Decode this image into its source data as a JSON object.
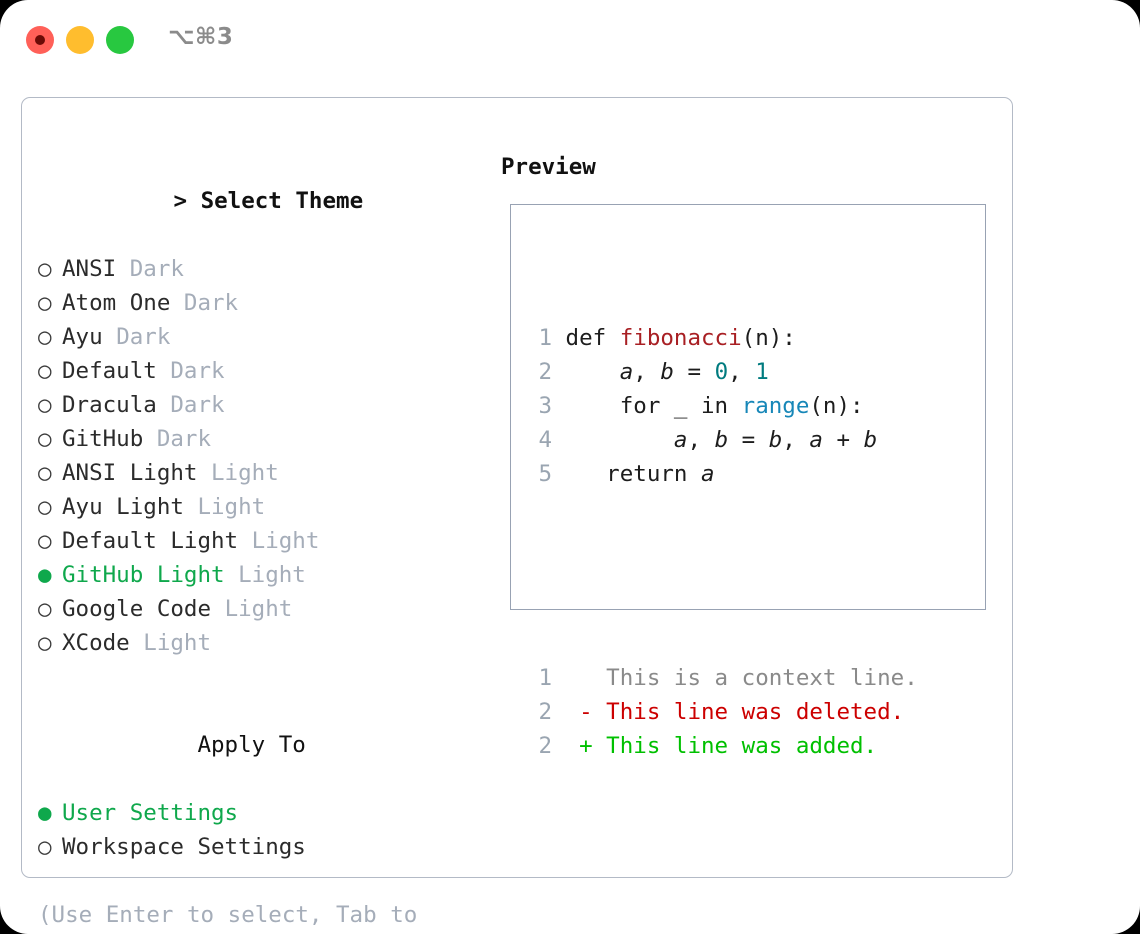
{
  "titlebar": {
    "shortcut": "⌥⌘3",
    "buttons": [
      {
        "name": "close",
        "color": "#ff6058"
      },
      {
        "name": "minimize",
        "color": "#ffbd2e"
      },
      {
        "name": "maximize",
        "color": "#28c840"
      }
    ]
  },
  "theme_section": {
    "caret": ">",
    "title": "Select Theme",
    "marker_unselected": "○",
    "marker_selected": "●",
    "items": [
      {
        "name": "ANSI",
        "variant": "Dark",
        "selected": false
      },
      {
        "name": "Atom One",
        "variant": "Dark",
        "selected": false
      },
      {
        "name": "Ayu",
        "variant": "Dark",
        "selected": false
      },
      {
        "name": "Default",
        "variant": "Dark",
        "selected": false
      },
      {
        "name": "Dracula",
        "variant": "Dark",
        "selected": false
      },
      {
        "name": "GitHub",
        "variant": "Dark",
        "selected": false
      },
      {
        "name": "ANSI Light",
        "variant": "Light",
        "selected": false
      },
      {
        "name": "Ayu Light",
        "variant": "Light",
        "selected": false
      },
      {
        "name": "Default Light",
        "variant": "Light",
        "selected": false
      },
      {
        "name": "GitHub Light",
        "variant": "Light",
        "selected": true
      },
      {
        "name": "Google Code",
        "variant": "Light",
        "selected": false
      },
      {
        "name": "XCode",
        "variant": "Light",
        "selected": false
      }
    ]
  },
  "apply_section": {
    "title": "Apply To",
    "items": [
      {
        "name": "User Settings",
        "selected": true
      },
      {
        "name": "Workspace Settings",
        "selected": false
      }
    ]
  },
  "hint": "(Use Enter to select, Tab to change focus)",
  "preview": {
    "title": "Preview",
    "code_lines": [
      {
        "no": "1",
        "segments": [
          {
            "text": "def ",
            "kind": "plain"
          },
          {
            "text": "fibonacci",
            "kind": "fn"
          },
          {
            "text": "(n):",
            "kind": "plain"
          }
        ]
      },
      {
        "no": "2",
        "segments": [
          {
            "text": "    ",
            "kind": "plain"
          },
          {
            "text": "a",
            "kind": "var"
          },
          {
            "text": ", ",
            "kind": "plain"
          },
          {
            "text": "b",
            "kind": "var"
          },
          {
            "text": " = ",
            "kind": "plain"
          },
          {
            "text": "0",
            "kind": "num"
          },
          {
            "text": ", ",
            "kind": "plain"
          },
          {
            "text": "1",
            "kind": "num"
          }
        ]
      },
      {
        "no": "3",
        "segments": [
          {
            "text": "    for _ in ",
            "kind": "plain"
          },
          {
            "text": "range",
            "kind": "call"
          },
          {
            "text": "(n):",
            "kind": "plain"
          }
        ]
      },
      {
        "no": "4",
        "segments": [
          {
            "text": "        ",
            "kind": "plain"
          },
          {
            "text": "a",
            "kind": "var"
          },
          {
            "text": ", ",
            "kind": "plain"
          },
          {
            "text": "b",
            "kind": "var"
          },
          {
            "text": " = ",
            "kind": "plain"
          },
          {
            "text": "b",
            "kind": "var"
          },
          {
            "text": ", ",
            "kind": "plain"
          },
          {
            "text": "a",
            "kind": "var"
          },
          {
            "text": " + ",
            "kind": "plain"
          },
          {
            "text": "b",
            "kind": "var"
          }
        ]
      },
      {
        "no": "5",
        "segments": [
          {
            "text": "   return ",
            "kind": "plain"
          },
          {
            "text": "a",
            "kind": "var"
          }
        ]
      }
    ],
    "diff_lines": [
      {
        "no": "1",
        "prefix": "  ",
        "text": "This is a context line.",
        "kind": "context"
      },
      {
        "no": "2",
        "prefix": "- ",
        "text": "This line was deleted.",
        "kind": "deleted"
      },
      {
        "no": "2",
        "prefix": "+ ",
        "text": "This line was added.",
        "kind": "added"
      }
    ]
  },
  "colors": {
    "selection_green": "#0fa84c",
    "diff_added": "#00c000",
    "diff_deleted": "#cc0000",
    "diff_context": "#8a8a8a",
    "syntax_function": "#a81f23",
    "syntax_number": "#007b7f",
    "syntax_call": "#1787b8",
    "line_number": "#9aa5b1",
    "muted_text": "#a5adb9",
    "border": "#b3bac6",
    "preview_border": "#98a2b3"
  }
}
